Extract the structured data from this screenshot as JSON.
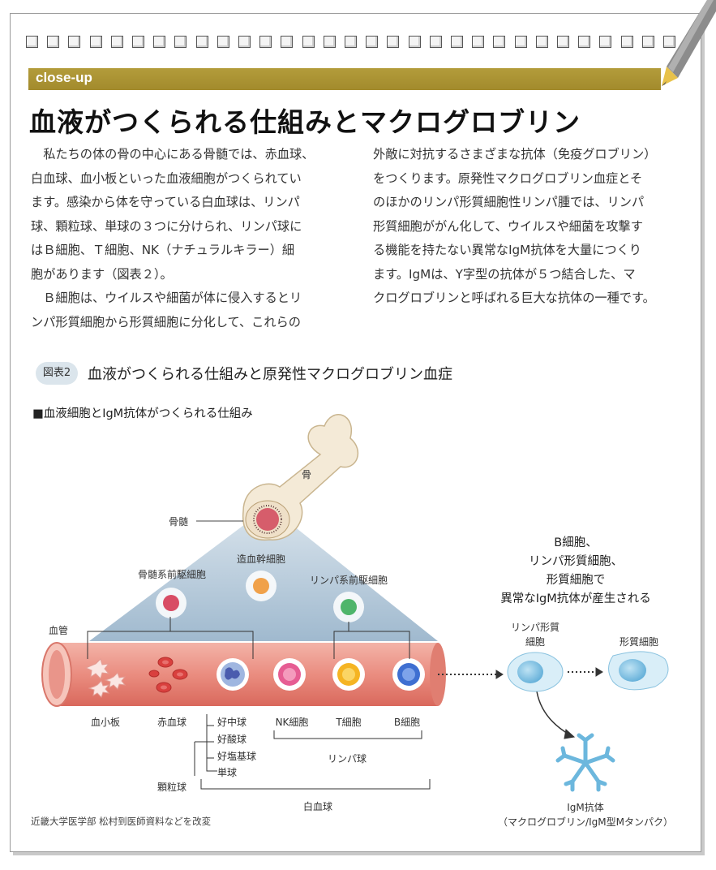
{
  "section_label": "close-up",
  "headline": "血液がつくられる仕組みとマクログロブリン",
  "body_left": [
    "私たちの体の骨の中心にある骨髄では、赤血球、",
    "白血球、血小板といった血液細胞がつくられてい",
    "ます。感染から体を守っている白血球は、リンパ",
    "球、顆粒球、単球の３つに分けられ、リンパ球に",
    "はＢ細胞、Ｔ細胞、NK（ナチュラルキラー）細",
    "胞があります（図表２）。",
    "Ｂ細胞は、ウイルスや細菌が体に侵入するとリ",
    "ンパ形質細胞から形質細胞に分化して、これらの"
  ],
  "body_right": [
    "外敵に対抗するさまざまな抗体（免疫グロブリン）",
    "をつくります。原発性マクログロブリン血症とそ",
    "のほかのリンパ形質細胞性リンパ腫では、リンパ",
    "形質細胞ががん化して、ウイルスや細菌を攻撃す",
    "る機能を持たない異常なIgM抗体を大量につくり",
    "ます。IgMは、Y字型の抗体が５つ結合した、マ",
    "クログロブリンと呼ばれる巨大な抗体の一種です。"
  ],
  "figure": {
    "badge": "図表2",
    "title": "血液がつくられる仕組みと原発性マクログロブリン血症",
    "subtitle": "■血液細胞とIgM抗体がつくられる仕組み",
    "labels": {
      "bone": "骨",
      "marrow": "骨髄",
      "stem_cell": "造血幹細胞",
      "myeloid_progenitor": "骨髄系前駆細胞",
      "lymphoid_progenitor": "リンパ系前駆細胞",
      "vessel": "血管",
      "platelet": "血小板",
      "rbc": "赤血球",
      "neutrophil": "好中球",
      "eosinophil": "好酸球",
      "basophil": "好塩基球",
      "monocyte": "単球",
      "granulocyte": "顆粒球",
      "nk_cell": "NK細胞",
      "t_cell": "T細胞",
      "b_cell": "B細胞",
      "lymphocyte": "リンパ球",
      "wbc": "白血球",
      "lp_cell_line1": "リンパ形質",
      "lp_cell_line2": "細胞",
      "plasma_cell": "形質細胞",
      "igm_line1": "IgM抗体",
      "igm_line2": "（マクログロブリン/IgM型Mタンパク）"
    },
    "note": [
      "B細胞、",
      "リンパ形質細胞、",
      "形質細胞で",
      "異常なIgM抗体が産生される"
    ],
    "credit": "近畿大学医学部 松村到医師資料などを改変"
  },
  "colors": {
    "accent_bar": "#a8912f",
    "badge_bg": "#dbe5ec",
    "vessel": "#e9867a",
    "cone": "#9fb9cf",
    "cell_blue": "#6cb7dd"
  }
}
